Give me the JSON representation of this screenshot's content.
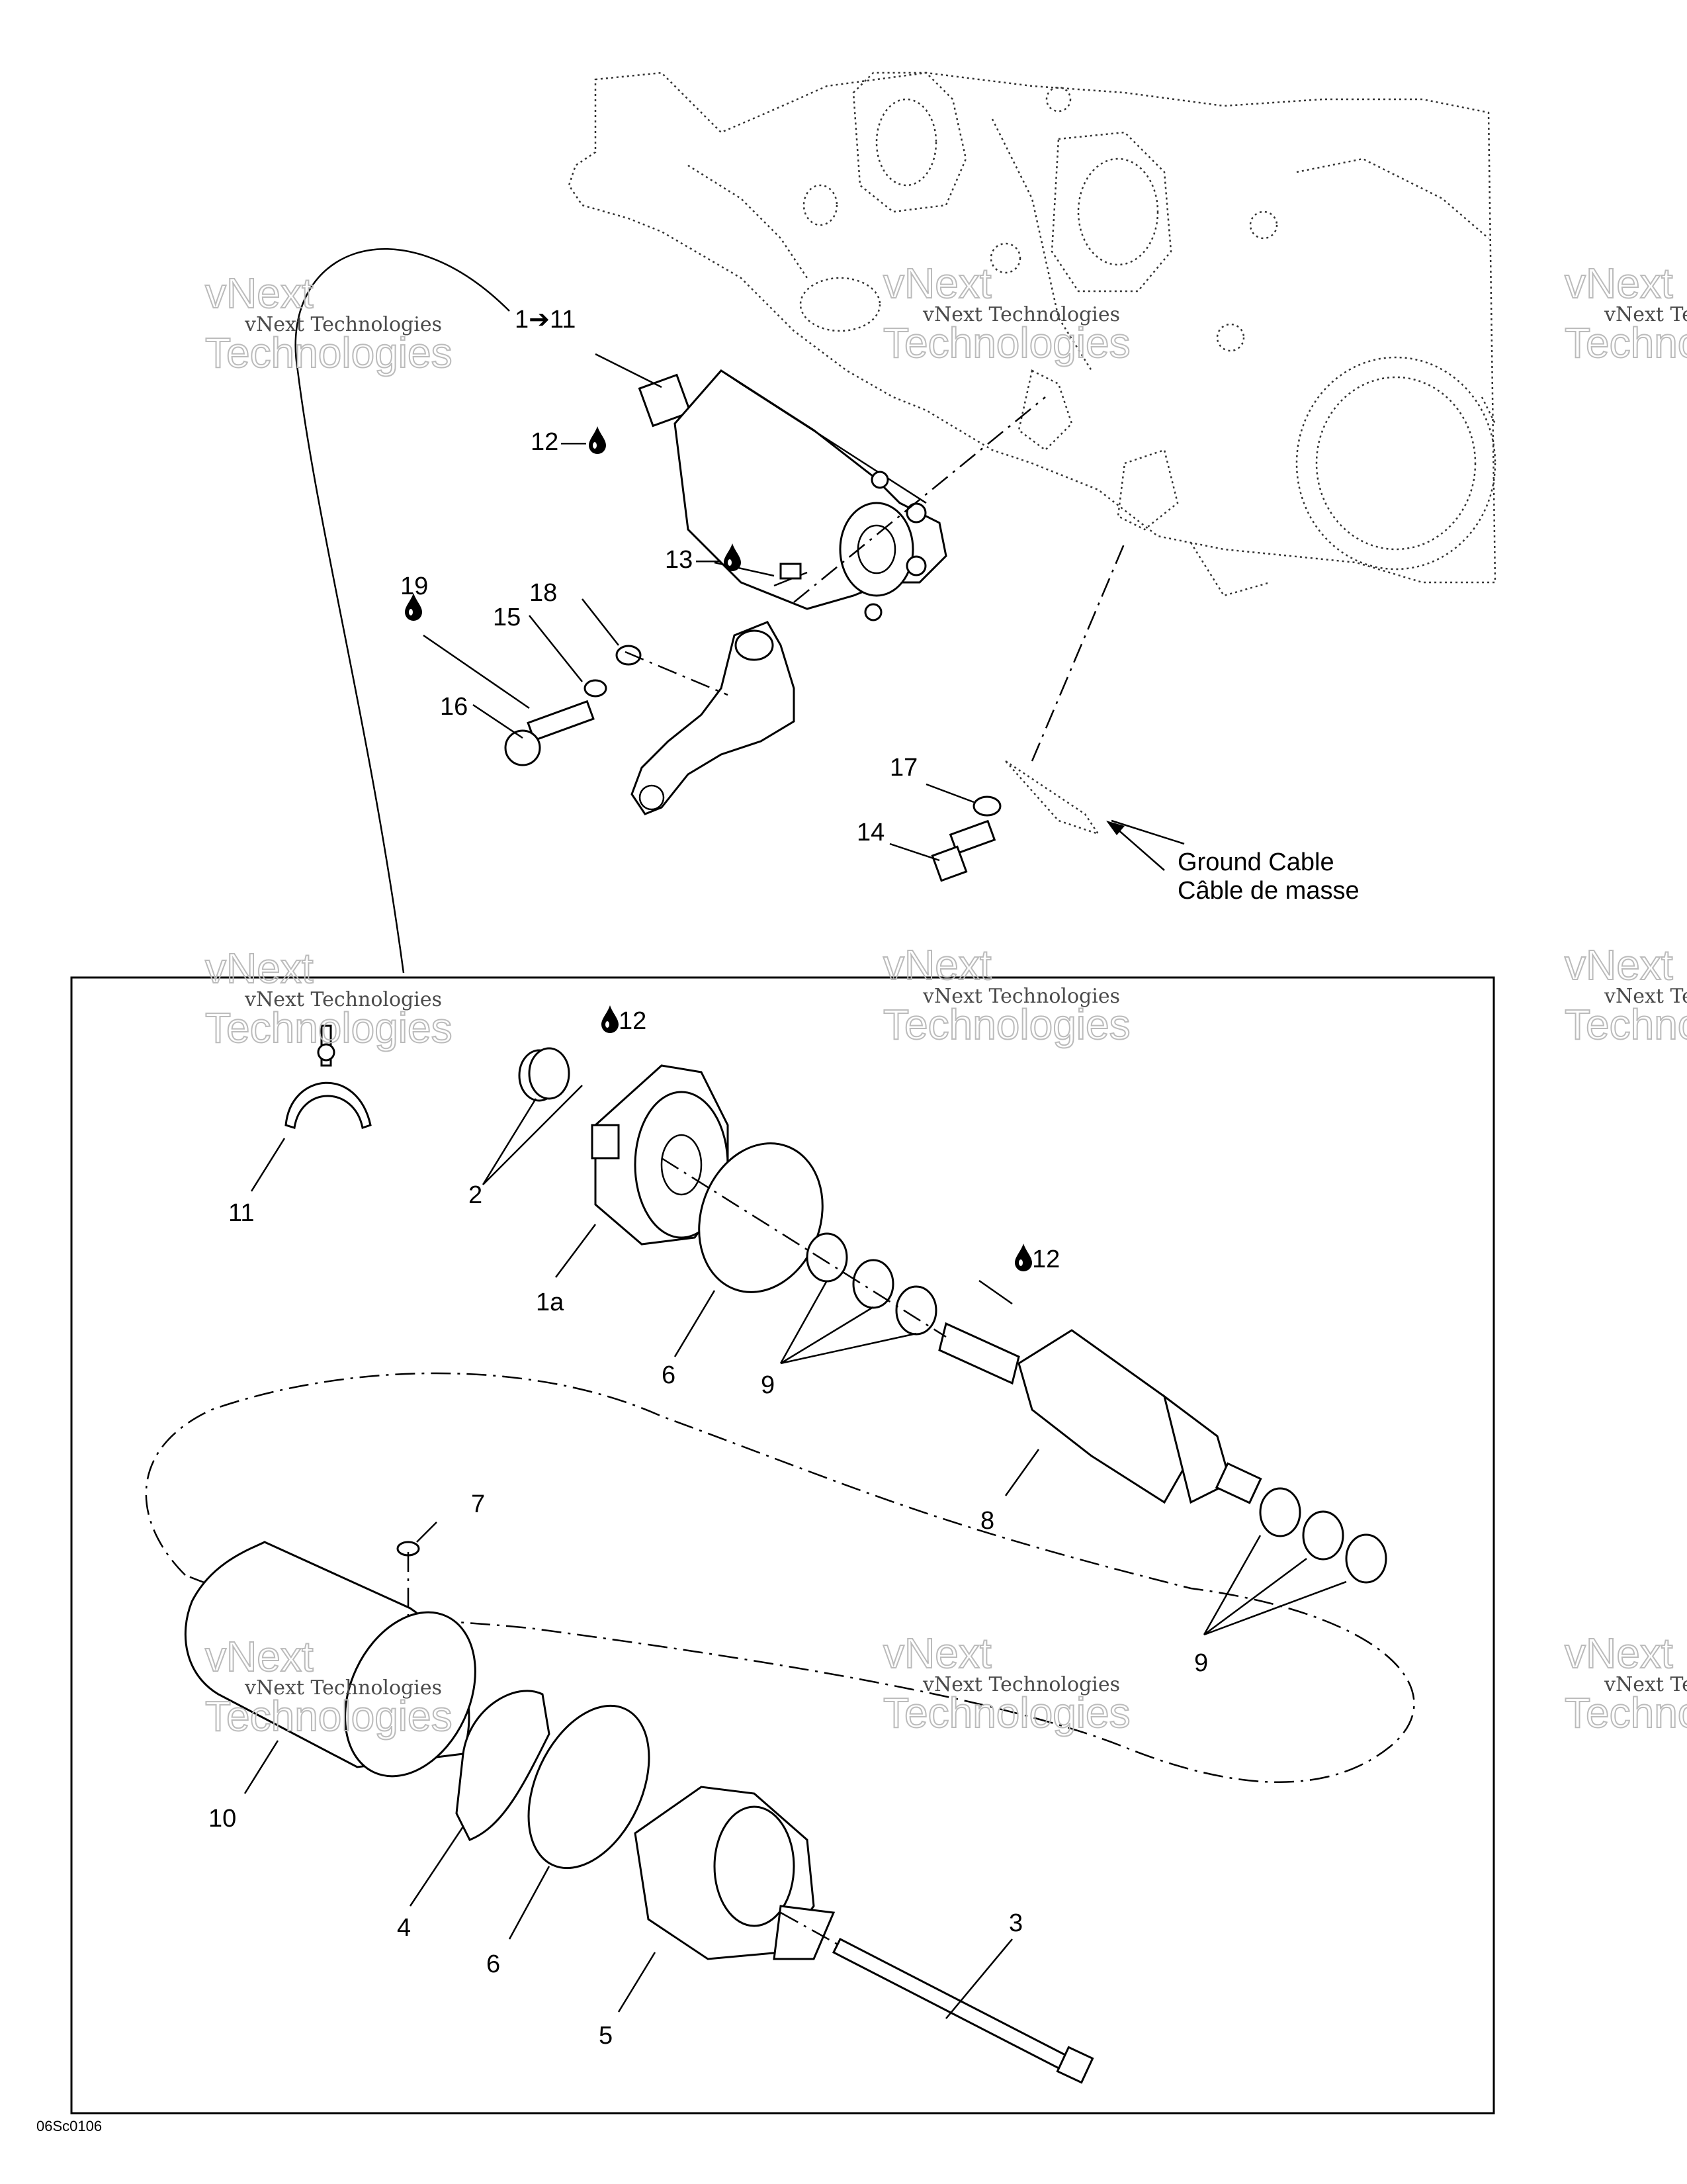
{
  "callouts": {
    "c1_11": "1➔11",
    "c12_top": "12",
    "c13": "13",
    "c19": "19",
    "c18": "18",
    "c15": "15",
    "c16": "16",
    "c17": "17",
    "c14": "14",
    "c12_a": "12",
    "c12_b": "12",
    "c2": "2",
    "c11": "11",
    "c1a": "1a",
    "c6_a": "6",
    "c9_a": "9",
    "c8": "8",
    "c7": "7",
    "c9_b": "9",
    "c10": "10",
    "c4": "4",
    "c6_b": "6",
    "c5": "5",
    "c3": "3"
  },
  "ground_cable": {
    "en": "Ground Cable",
    "fr": "Câble de masse"
  },
  "figure_code": "06Sc0106",
  "watermark": {
    "line1": "vNext Technologies",
    "line2": "Technologies",
    "top": "vNext"
  },
  "icons": [
    "oil-drop-icon",
    "arrow-icon"
  ]
}
